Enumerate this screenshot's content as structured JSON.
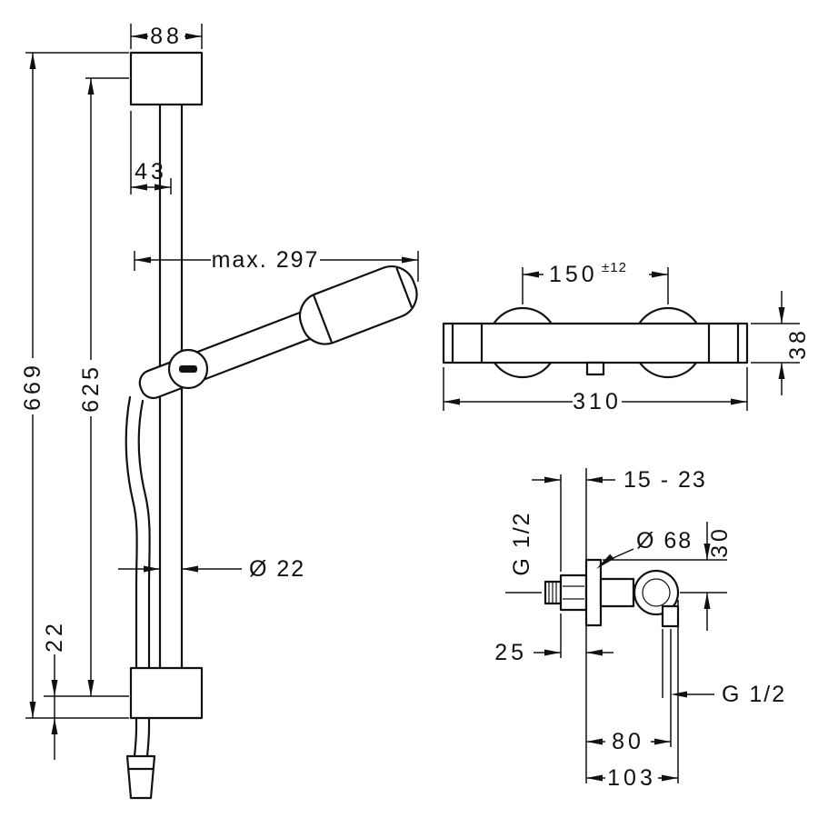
{
  "drawing": {
    "shower_rail": {
      "bracket_width": "88",
      "overall_height": "669",
      "bar_length": "625",
      "top_offset": "43",
      "max_reach": "max. 297",
      "bar_diameter": "Ø 22",
      "bottom_offset": "22"
    },
    "mixer_front": {
      "connection_distance": "150",
      "connection_tolerance": "±12",
      "overall_width": "310",
      "body_height": "38"
    },
    "mixer_side": {
      "wall_distance": "15 - 23",
      "inlet_thread": "G 1/2",
      "escutcheon_diameter": "Ø 68",
      "vertical_offset": "30",
      "inlet_depth": "25",
      "outlet_thread": "G 1/2",
      "outlet_distance": "80",
      "overall_depth": "103"
    }
  }
}
